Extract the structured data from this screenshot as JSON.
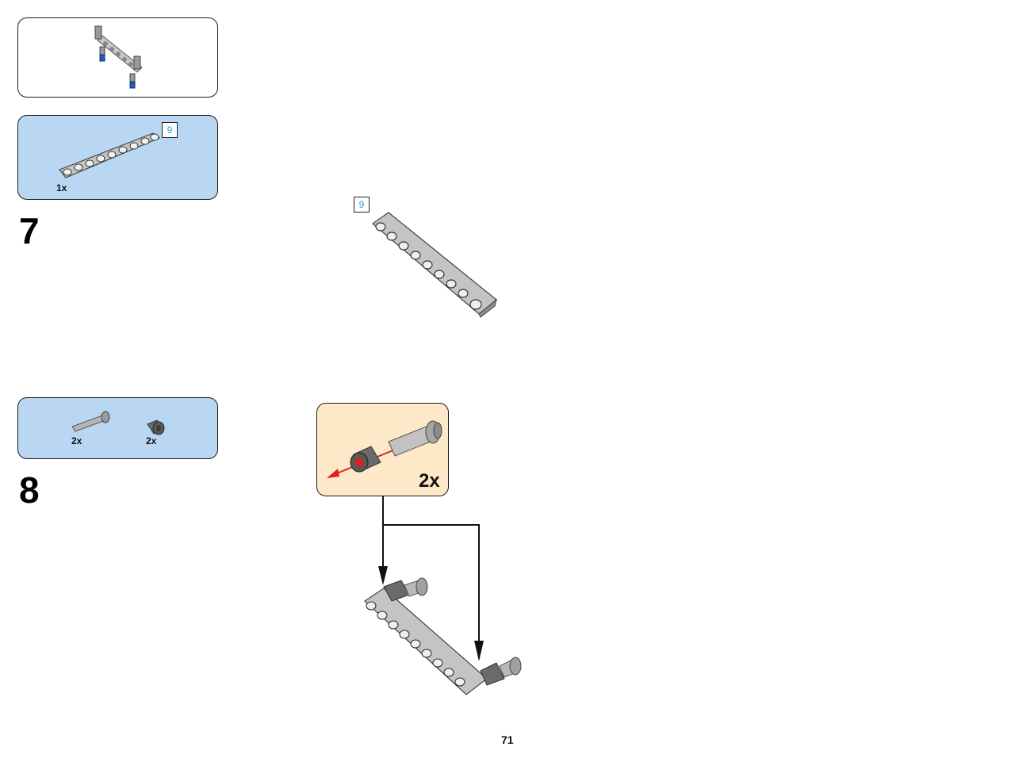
{
  "page": {
    "number": "71"
  },
  "previous_model_callout": {},
  "step7": {
    "number": "7",
    "parts": [
      {
        "name": "beam-9",
        "quantity": "1x",
        "length_label": "9"
      }
    ],
    "build_length_label": "9"
  },
  "step8": {
    "number": "8",
    "parts": [
      {
        "name": "axle-pin-with-friction",
        "quantity": "2x"
      },
      {
        "name": "bushing",
        "quantity": "2x"
      }
    ],
    "subassembly": {
      "multiplier": "2x"
    }
  },
  "colors": {
    "parts_panel_blue": "#b9d7f2",
    "subassembly_panel_tan": "#fde9c8",
    "beam_gray": "#c4c4c4",
    "length_label_blue": "#2aa3d9",
    "arrow_red": "#e01e1e"
  }
}
